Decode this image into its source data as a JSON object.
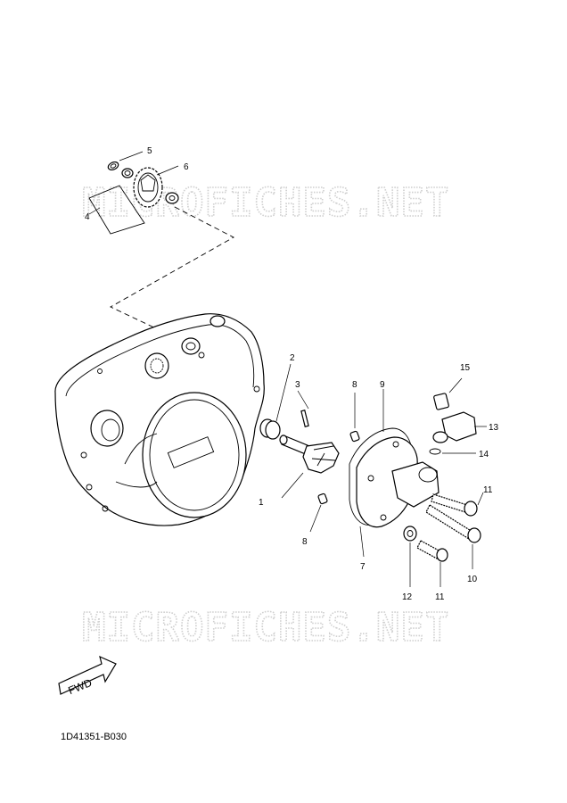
{
  "watermark": "MICROFICHES.NET",
  "fwd_label": "FWD",
  "diagram_code": "1D41351-B030",
  "callouts": [
    "5",
    "6",
    "4",
    "2",
    "3",
    "8",
    "9",
    "15",
    "13",
    "14",
    "1",
    "11",
    "8",
    "7",
    "10",
    "12",
    "11"
  ]
}
